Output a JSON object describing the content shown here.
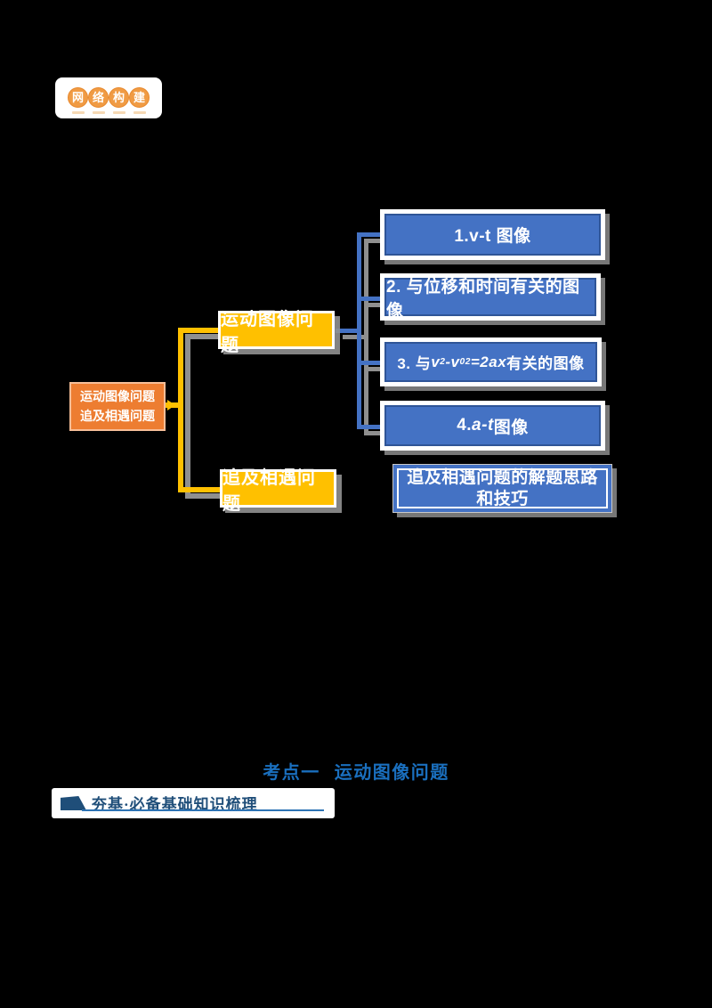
{
  "badge": {
    "chars": [
      "网",
      "络",
      "构",
      "建"
    ]
  },
  "mindmap": {
    "root": {
      "line1": "运动图像问题",
      "line2": "追及相遇问题"
    },
    "branch1": {
      "label": "运动图像问题"
    },
    "branch2": {
      "label": "追及相遇问题"
    },
    "leaf1": {
      "label": "1.v-t 图像"
    },
    "leaf2": {
      "label": "2. 与位移和时间有关的图像"
    },
    "leaf3": {
      "pre": "3. 与 ",
      "v1": "v",
      "v1_sup": "2",
      "minus": "-",
      "v2": "v",
      "v2_sub": "0",
      "v2_sup": "2",
      "rest": "=2ax",
      "post": " 有关的图像"
    },
    "leaf4": {
      "num": "4. ",
      "formula": "a-t",
      "post": " 图像"
    },
    "leaf5": {
      "line1": "追及相遇问题的解题思路",
      "line2": "和技巧"
    }
  },
  "section_title": {
    "part1": "考点一",
    "part2": "运动图像问题"
  },
  "subsection": {
    "label": "夯基·必备基础知识梳理"
  },
  "colors": {
    "root_orange": "#ED7D31",
    "branch_gold": "#FFC000",
    "leaf_blue": "#4472C4",
    "leaf_border_blue": "#2F5597",
    "title_blue": "#1A6FBE",
    "header_navy": "#1F4E79",
    "underline_blue": "#2E74B5",
    "badge_orange": "#F09B44",
    "shadow_gray": "#8F8F8F"
  }
}
